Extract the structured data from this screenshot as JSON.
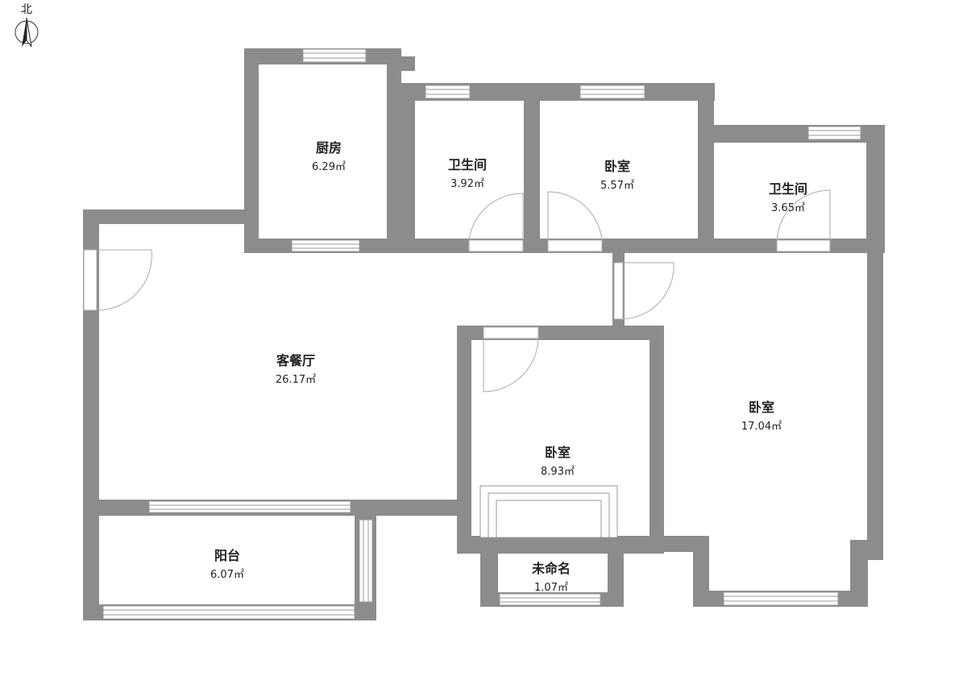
{
  "compass": {
    "label": "北",
    "icon": "north-arrow-icon"
  },
  "rooms": [
    {
      "id": "kitchen",
      "name": "厨房",
      "area": "6.29㎡"
    },
    {
      "id": "bathroom-1",
      "name": "卫生间",
      "area": "3.92㎡"
    },
    {
      "id": "bedroom-small",
      "name": "卧室",
      "area": "5.57㎡"
    },
    {
      "id": "bathroom-2",
      "name": "卫生间",
      "area": "3.65㎡"
    },
    {
      "id": "living-dining",
      "name": "客餐厅",
      "area": "26.17㎡"
    },
    {
      "id": "bedroom-master",
      "name": "卧室",
      "area": "17.04㎡"
    },
    {
      "id": "bedroom-middle",
      "name": "卧室",
      "area": "8.93㎡"
    },
    {
      "id": "balcony",
      "name": "阳台",
      "area": "6.07㎡"
    },
    {
      "id": "unnamed",
      "name": "未命名",
      "area": "1.07㎡"
    }
  ],
  "colors": {
    "wall": "#8c8c8c",
    "background": "#ffffff",
    "text": "#222222"
  }
}
